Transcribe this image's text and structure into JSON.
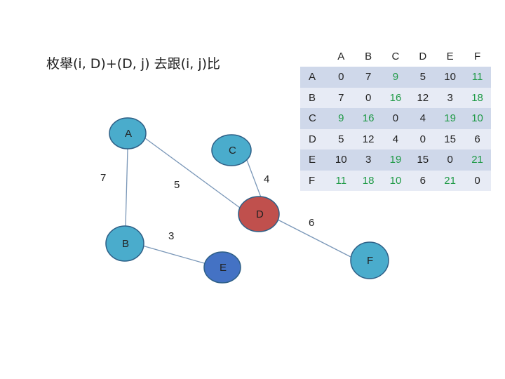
{
  "title": "枚舉(i, D)+(D, j) 去跟(i, j)比",
  "colors": {
    "node_blue": "#4aaccc",
    "node_dark_blue": "#4472c4",
    "node_red": "#c0504d",
    "edge": "#7a97b8",
    "highlight_green": "#1f9a46"
  },
  "graph": {
    "nodes": [
      {
        "id": "A",
        "label": "A",
        "color": "#4aaccc"
      },
      {
        "id": "B",
        "label": "B",
        "color": "#4aaccc"
      },
      {
        "id": "C",
        "label": "C",
        "color": "#4aaccc"
      },
      {
        "id": "D",
        "label": "D",
        "color": "#c0504d"
      },
      {
        "id": "E",
        "label": "E",
        "color": "#4472c4"
      },
      {
        "id": "F",
        "label": "F",
        "color": "#4aaccc"
      }
    ],
    "edges": [
      {
        "from": "A",
        "to": "B",
        "weight": "7"
      },
      {
        "from": "A",
        "to": "D",
        "weight": "5"
      },
      {
        "from": "C",
        "to": "D",
        "weight": "4"
      },
      {
        "from": "B",
        "to": "E",
        "weight": "3"
      },
      {
        "from": "D",
        "to": "F",
        "weight": "6"
      }
    ]
  },
  "matrix": {
    "columns": [
      "A",
      "B",
      "C",
      "D",
      "E",
      "F"
    ],
    "rows": [
      {
        "label": "A",
        "cells": [
          {
            "v": "0",
            "hl": false
          },
          {
            "v": "7",
            "hl": false
          },
          {
            "v": "9",
            "hl": true
          },
          {
            "v": "5",
            "hl": false
          },
          {
            "v": "10",
            "hl": false
          },
          {
            "v": "11",
            "hl": true
          }
        ]
      },
      {
        "label": "B",
        "cells": [
          {
            "v": "7",
            "hl": false
          },
          {
            "v": "0",
            "hl": false
          },
          {
            "v": "16",
            "hl": true
          },
          {
            "v": "12",
            "hl": false
          },
          {
            "v": "3",
            "hl": false
          },
          {
            "v": "18",
            "hl": true
          }
        ]
      },
      {
        "label": "C",
        "cells": [
          {
            "v": "9",
            "hl": true
          },
          {
            "v": "16",
            "hl": true
          },
          {
            "v": "0",
            "hl": false
          },
          {
            "v": "4",
            "hl": false
          },
          {
            "v": "19",
            "hl": true
          },
          {
            "v": "10",
            "hl": true
          }
        ]
      },
      {
        "label": "D",
        "cells": [
          {
            "v": "5",
            "hl": false
          },
          {
            "v": "12",
            "hl": false
          },
          {
            "v": "4",
            "hl": false
          },
          {
            "v": "0",
            "hl": false
          },
          {
            "v": "15",
            "hl": false
          },
          {
            "v": "6",
            "hl": false
          }
        ]
      },
      {
        "label": "E",
        "cells": [
          {
            "v": "10",
            "hl": false
          },
          {
            "v": "3",
            "hl": false
          },
          {
            "v": "19",
            "hl": true
          },
          {
            "v": "15",
            "hl": false
          },
          {
            "v": "0",
            "hl": false
          },
          {
            "v": "21",
            "hl": true
          }
        ]
      },
      {
        "label": "F",
        "cells": [
          {
            "v": "11",
            "hl": true
          },
          {
            "v": "18",
            "hl": true
          },
          {
            "v": "10",
            "hl": true
          },
          {
            "v": "6",
            "hl": false
          },
          {
            "v": "21",
            "hl": true
          },
          {
            "v": "0",
            "hl": false
          }
        ]
      }
    ]
  }
}
